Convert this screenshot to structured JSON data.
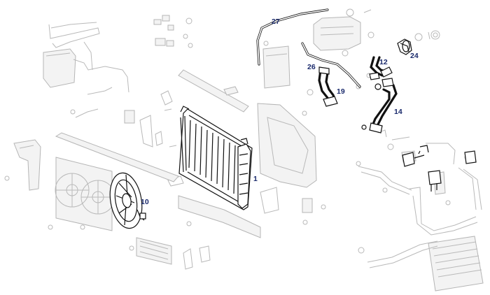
{
  "callouts": {
    "c27": "27",
    "c26": "26",
    "c19": "19",
    "c12": "12",
    "c24": "24",
    "c14": "14",
    "c1": "1",
    "c10": "10"
  },
  "colors": {
    "callout_text": "#1a2a6c",
    "highlighted_part": "#111111",
    "faded_part": "#b9b9b9"
  }
}
